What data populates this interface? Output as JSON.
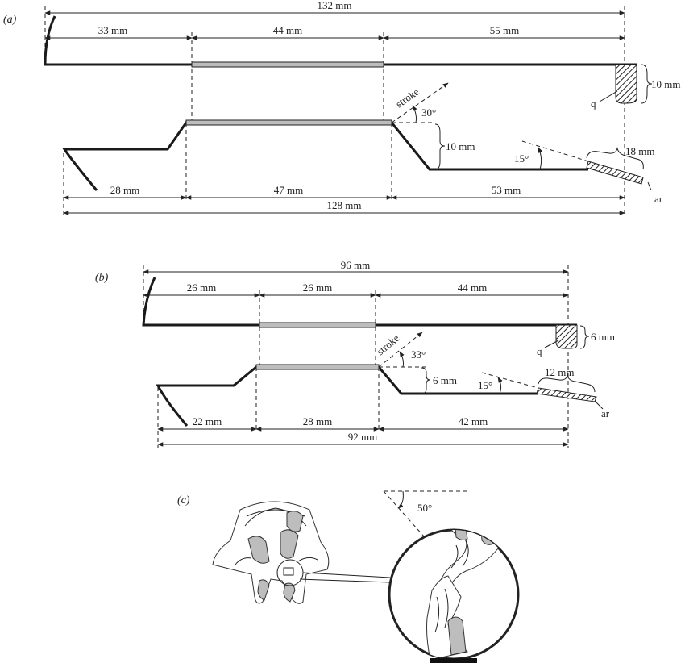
{
  "panel_a": {
    "label": "(a)",
    "total_top": "132 mm",
    "seg_top": [
      "33 mm",
      "44 mm",
      "55 mm"
    ],
    "height_q": "10 mm",
    "quadrate": "q",
    "stroke": "stroke",
    "stroke_angle": "30°",
    "offset": "10 mm",
    "ar_angle": "15°",
    "ar_len": "18 mm",
    "articular": "ar",
    "seg_bottom": [
      "28 mm",
      "47 mm",
      "53 mm"
    ],
    "total_bottom": "128 mm"
  },
  "panel_b": {
    "label": "(b)",
    "total_top": "96 mm",
    "seg_top": [
      "26 mm",
      "26 mm",
      "44 mm"
    ],
    "height_q": "6 mm",
    "quadrate": "q",
    "stroke": "stroke",
    "stroke_angle": "33°",
    "offset": "6 mm",
    "ar_angle": "15°",
    "ar_len": "12 mm",
    "articular": "ar",
    "seg_bottom": [
      "22 mm",
      "28 mm",
      "42 mm"
    ],
    "total_bottom": "92 mm"
  },
  "panel_c": {
    "label": "(c)",
    "angle": "50°"
  }
}
